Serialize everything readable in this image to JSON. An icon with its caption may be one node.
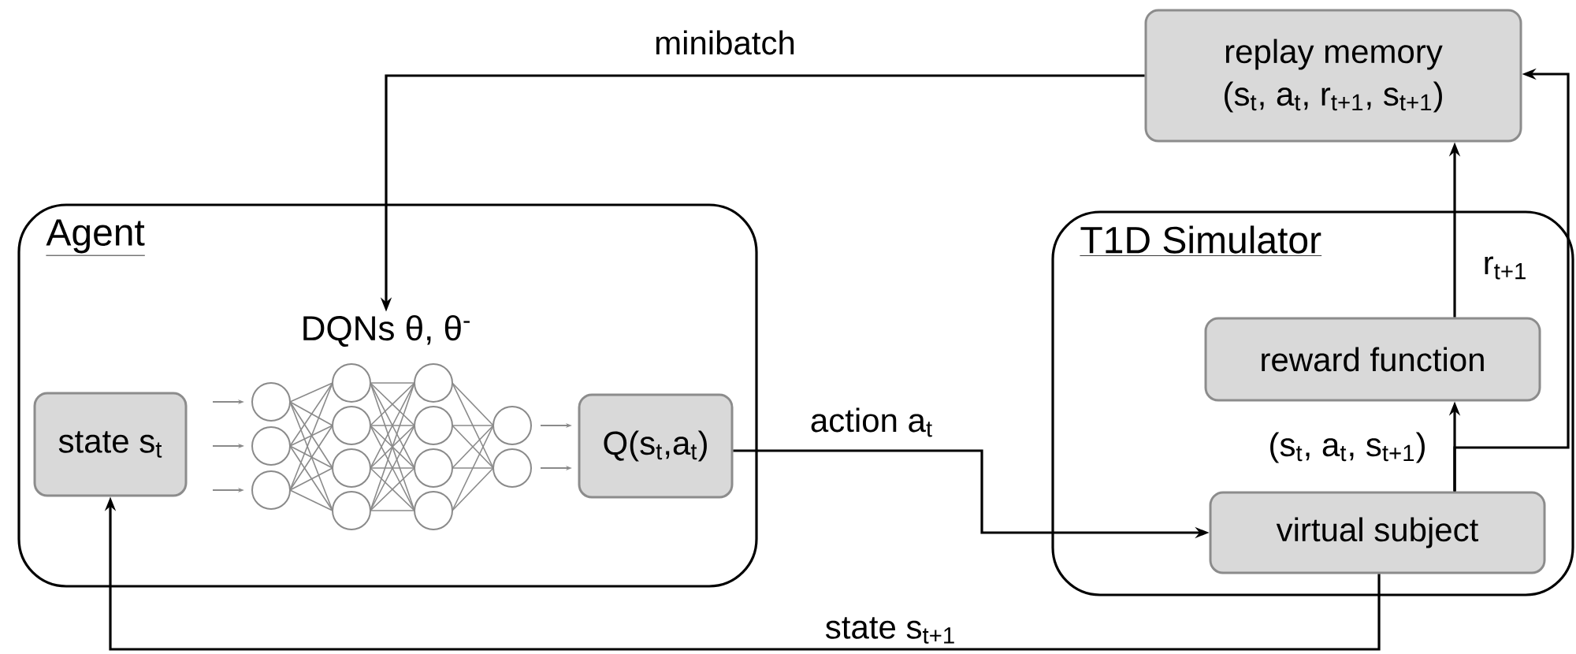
{
  "diagram": {
    "nodes": [
      {
        "text": [
          "Agent"
        ]
      },
      {
        "text": [
          "state s$_{t}$"
        ],
        "in": 0
      },
      {
        "text": [
          "DQNs θ, θ$^{-}$"
        ],
        "in": 0
      },
      {
        "text": [
          "Q(s$_{t}$,a$_{t}$)"
        ],
        "in": 0
      },
      {
        "text": [
          "T1D Simulator"
        ]
      },
      {
        "text": [
          "reward function"
        ],
        "in": 4
      },
      {
        "text": [
          "virtual subject"
        ],
        "in": 4
      },
      {
        "text": [
          "replay memory",
          "(s$_{t}$, a$_{t}$, r$_{t+1}$, s$_{t+1}$)"
        ]
      }
    ],
    "edges": [
      {
        "from": 7,
        "to": 2,
        "arrow": "to",
        "label": "minibatch"
      },
      {
        "from": 3,
        "to": 6,
        "arrow": "to",
        "label": "action a$_{t}$"
      },
      {
        "from": 6,
        "to": 1,
        "arrow": "to",
        "label": "state s$_{t+1}$"
      },
      {
        "from": 6,
        "to": 5,
        "arrow": "to",
        "label": "(s$_{t}$, a$_{t}$, s$_{t+1}$)"
      },
      {
        "from": 5,
        "to": 7,
        "arrow": "to",
        "label": "r$_{t+1}$"
      },
      {
        "from": 6,
        "to": 7,
        "arrow": "to"
      }
    ]
  }
}
